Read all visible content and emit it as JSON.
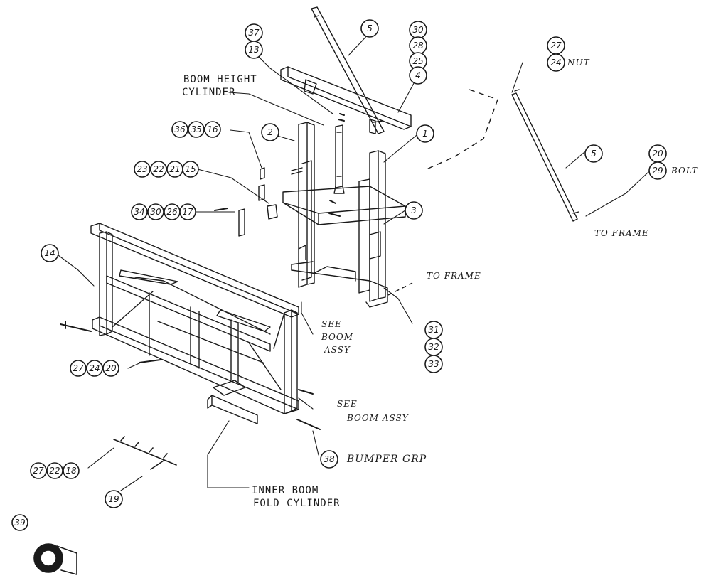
{
  "labels": {
    "boom_height_line1": "BOOM HEIGHT",
    "boom_height_line2": "CYLINDER",
    "nut": "NUT",
    "bolt": "BOLT",
    "to_frame_upper": "TO FRAME",
    "to_frame_lower": "TO FRAME",
    "see_boom_assy_center_1": "SEE",
    "see_boom_assy_center_2": "BOOM",
    "see_boom_assy_center_3": "ASSY",
    "see_boom_assy_right_1": "SEE",
    "see_boom_assy_right_2": "BOOM ASSY",
    "bumper_grp": "BUMPER GRP",
    "inner_boom_line1": "INNER BOOM",
    "inner_boom_line2": "FOLD CYLINDER"
  },
  "callouts": {
    "c37": "37",
    "c13": "13",
    "c5_top": "5",
    "c30_top": "30",
    "c28": "28",
    "c25": "25",
    "c4": "4",
    "c27_top": "27",
    "c24_top": "24",
    "c5_right": "5",
    "c20_right": "20",
    "c29": "29",
    "c36": "36",
    "c35": "35",
    "c16": "16",
    "c2": "2",
    "c1": "1",
    "c3": "3",
    "c23": "23",
    "c22_top": "22",
    "c21": "21",
    "c15": "15",
    "c34": "34",
    "c30_mid": "30",
    "c26": "26",
    "c17": "17",
    "c14": "14",
    "c31": "31",
    "c32": "32",
    "c33": "33",
    "c27_mid": "27",
    "c24_mid": "24",
    "c20_mid": "20",
    "c38": "38",
    "c27_low": "27",
    "c22_low": "22",
    "c18": "18",
    "c19": "19",
    "c39": "39"
  }
}
